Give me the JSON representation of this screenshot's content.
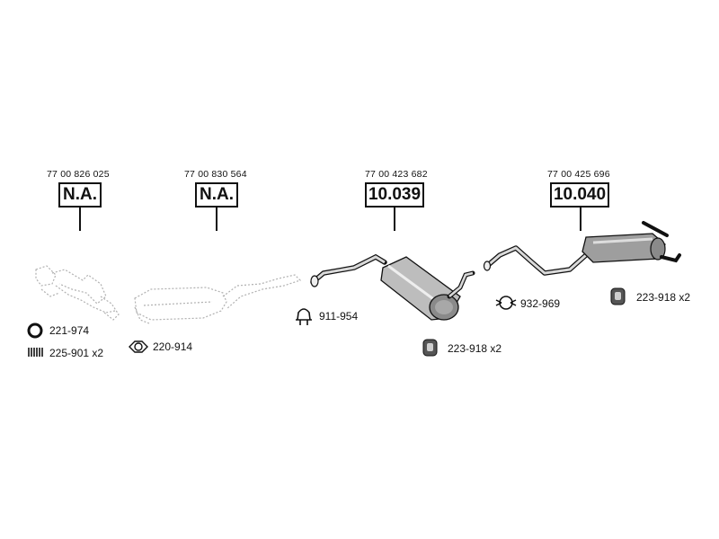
{
  "diagram": {
    "sections": [
      {
        "oe": "77 00 826 025",
        "ref": "N.A."
      },
      {
        "oe": "77 00 830 564",
        "ref": "N.A."
      },
      {
        "oe": "77 00 423 682",
        "ref": "10.039"
      },
      {
        "oe": "77 00 425 696",
        "ref": "10.040"
      }
    ],
    "accessories": {
      "gasket": "221-974",
      "springs": "225-901 x2",
      "flange_gasket": "220-914",
      "clamp": "911-954",
      "hanger_center": "223-918 x2",
      "clamp_rear": "932-969",
      "hanger_rear": "223-918 x2"
    },
    "colors": {
      "line": "#111111",
      "part_gray": "#8a8a8a",
      "part_light": "#d9d9d9",
      "na_dots": "#b0b0b0"
    }
  }
}
